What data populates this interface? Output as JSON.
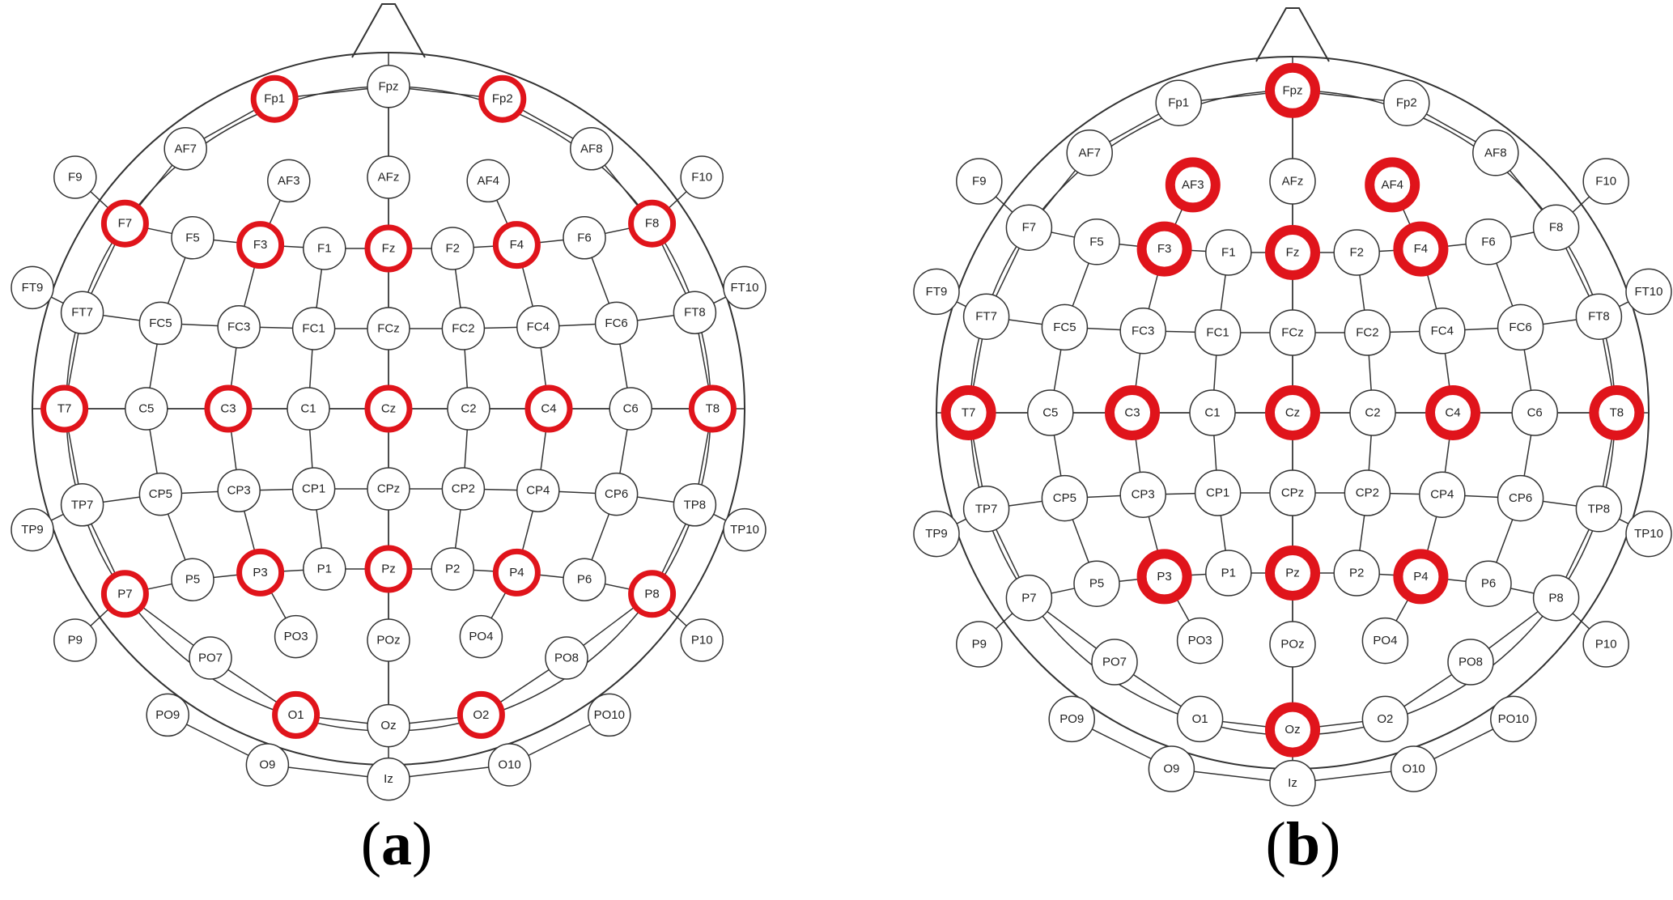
{
  "colors": {
    "highlight": "#e0141b",
    "line": "#333333",
    "electrode_fill": "#ffffff"
  },
  "panels": [
    {
      "id": "a",
      "open": "(",
      "letter": "a",
      "close": ")",
      "highlighted": [
        "Fp1",
        "Fp2",
        "F7",
        "F3",
        "Fz",
        "F4",
        "F8",
        "T7",
        "C3",
        "Cz",
        "C4",
        "T8",
        "P7",
        "P3",
        "Pz",
        "P4",
        "P8",
        "O1",
        "O2"
      ]
    },
    {
      "id": "b",
      "open": "(",
      "letter": "b",
      "close": ")",
      "highlighted": [
        "Fpz",
        "AF3",
        "AF4",
        "F3",
        "Fz",
        "F4",
        "T7",
        "C3",
        "Cz",
        "C4",
        "T8",
        "P3",
        "Pz",
        "P4",
        "Oz"
      ]
    }
  ],
  "electrodes": [
    "Fp1",
    "Fpz",
    "Fp2",
    "AF7",
    "AF3",
    "AFz",
    "AF4",
    "AF8",
    "F9",
    "F7",
    "F5",
    "F3",
    "F1",
    "Fz",
    "F2",
    "F4",
    "F6",
    "F8",
    "F10",
    "FT9",
    "FT7",
    "FC5",
    "FC3",
    "FC1",
    "FCz",
    "FC2",
    "FC4",
    "FC6",
    "FT8",
    "FT10",
    "T7",
    "C5",
    "C3",
    "C1",
    "Cz",
    "C2",
    "C4",
    "C6",
    "T8",
    "TP9",
    "TP7",
    "CP5",
    "CP3",
    "CP1",
    "CPz",
    "CP2",
    "CP4",
    "CP6",
    "TP8",
    "TP10",
    "P9",
    "P7",
    "P5",
    "P3",
    "P1",
    "Pz",
    "P2",
    "P4",
    "P6",
    "P8",
    "P10",
    "PO9",
    "PO7",
    "PO3",
    "POz",
    "PO4",
    "PO8",
    "PO10",
    "O1",
    "Oz",
    "O2",
    "O9",
    "Iz",
    "O10"
  ]
}
